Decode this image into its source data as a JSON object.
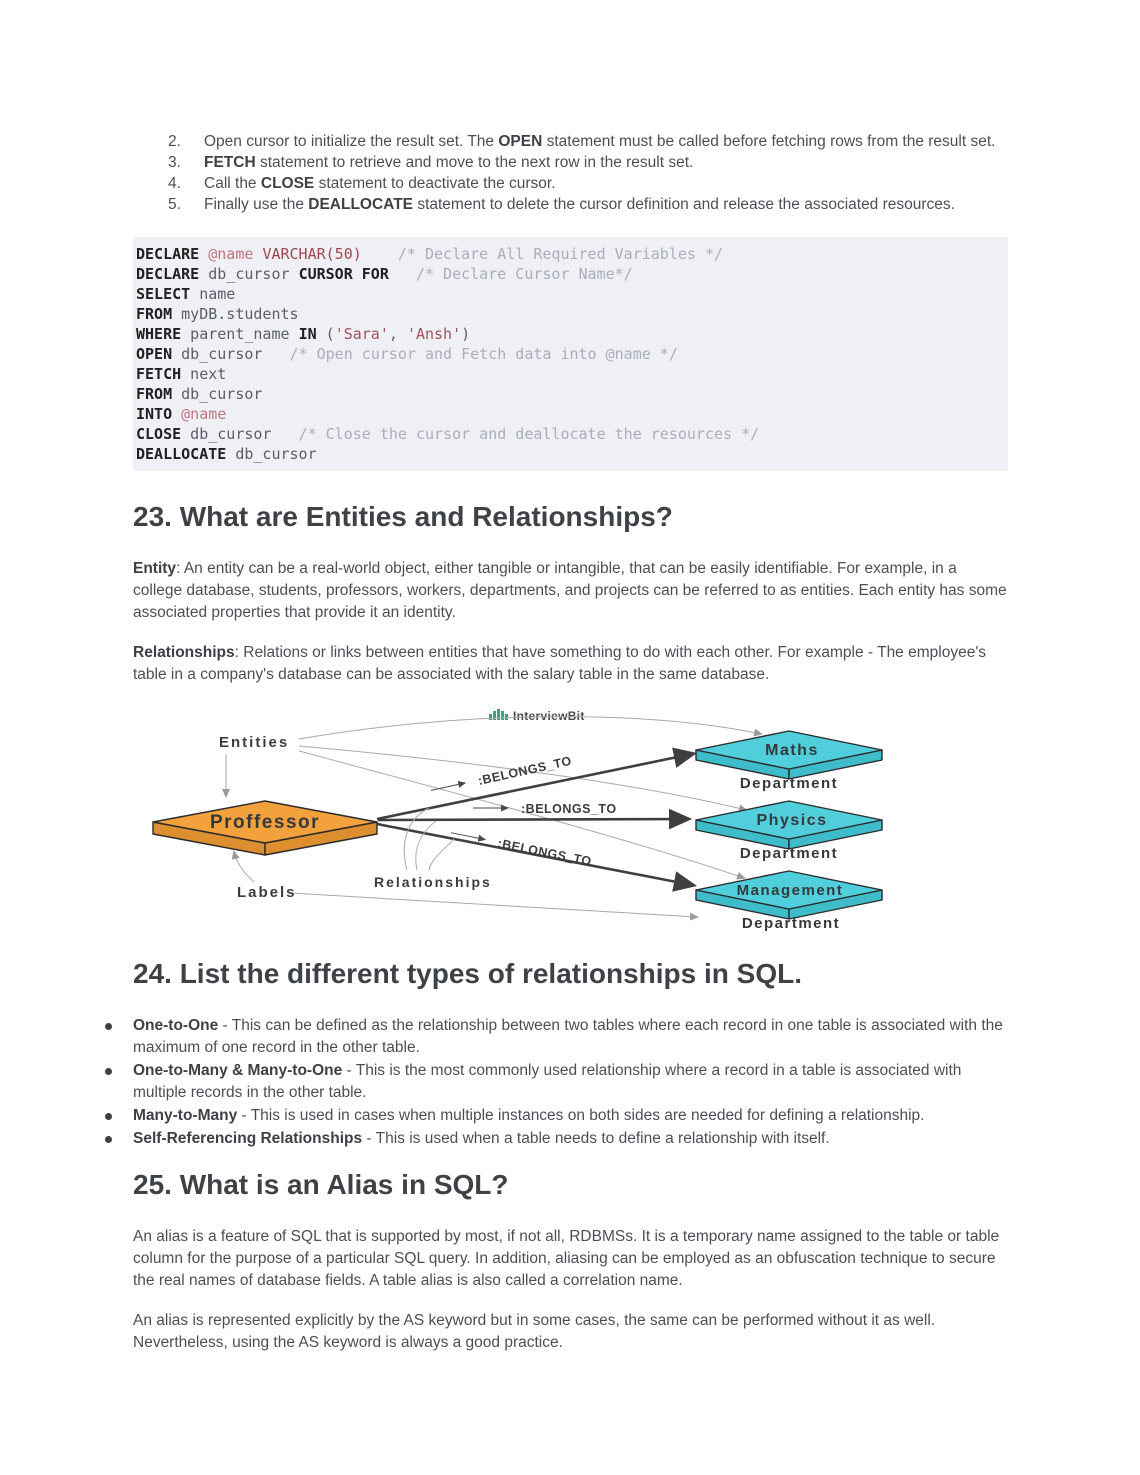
{
  "cursor_steps": [
    {
      "num": "2.",
      "pre": "Open cursor to initialize the result set. The ",
      "bold": "OPEN",
      "post": " statement must be called before fetching rows from the result set."
    },
    {
      "num": "3.",
      "pre": "",
      "bold": "FETCH",
      "post": " statement to retrieve and move to the next row in the result set."
    },
    {
      "num": "4.",
      "pre": "Call the ",
      "bold": "CLOSE",
      "post": " statement to deactivate the cursor."
    },
    {
      "num": "5.",
      "pre": "Finally use the ",
      "bold": "DEALLOCATE",
      "post": " statement to delete the cursor definition and release the associated resources."
    }
  ],
  "code": {
    "background": "#eef0f5",
    "lines": [
      [
        {
          "t": "DECLARE",
          "c": "kw"
        },
        {
          "t": " ",
          "c": "pl"
        },
        {
          "t": "@name",
          "c": "var"
        },
        {
          "t": " ",
          "c": "pl"
        },
        {
          "t": "VARCHAR(50)",
          "c": "type"
        },
        {
          "t": "    ",
          "c": "pl"
        },
        {
          "t": "/* Declare All Required Variables */",
          "c": "cmt"
        }
      ],
      [
        {
          "t": "DECLARE",
          "c": "kw"
        },
        {
          "t": " db_cursor ",
          "c": "id"
        },
        {
          "t": "CURSOR FOR",
          "c": "kw"
        },
        {
          "t": "   ",
          "c": "pl"
        },
        {
          "t": "/* Declare Cursor Name*/",
          "c": "cmt"
        }
      ],
      [
        {
          "t": "SELECT",
          "c": "kw"
        },
        {
          "t": " name",
          "c": "id"
        }
      ],
      [
        {
          "t": "FROM",
          "c": "kw"
        },
        {
          "t": " myDB.students",
          "c": "id"
        }
      ],
      [
        {
          "t": "WHERE",
          "c": "kw"
        },
        {
          "t": " parent_name ",
          "c": "id"
        },
        {
          "t": "IN",
          "c": "kw"
        },
        {
          "t": " (",
          "c": "id"
        },
        {
          "t": "'Sara'",
          "c": "str"
        },
        {
          "t": ", ",
          "c": "id"
        },
        {
          "t": "'Ansh'",
          "c": "str"
        },
        {
          "t": ")",
          "c": "id"
        }
      ],
      [
        {
          "t": "OPEN",
          "c": "kw"
        },
        {
          "t": " db_cursor   ",
          "c": "id"
        },
        {
          "t": "/* Open cursor and Fetch data into @name */",
          "c": "cmt"
        }
      ],
      [
        {
          "t": "FETCH",
          "c": "kw"
        },
        {
          "t": " next",
          "c": "id"
        }
      ],
      [
        {
          "t": "FROM",
          "c": "kw"
        },
        {
          "t": " db_cursor",
          "c": "id"
        }
      ],
      [
        {
          "t": "INTO",
          "c": "kw"
        },
        {
          "t": " ",
          "c": "pl"
        },
        {
          "t": "@name",
          "c": "var"
        }
      ],
      [
        {
          "t": "CLOSE",
          "c": "kw"
        },
        {
          "t": " db_cursor   ",
          "c": "id"
        },
        {
          "t": "/* Close the cursor and deallocate the resources */",
          "c": "cmt"
        }
      ],
      [
        {
          "t": "DEALLOCATE",
          "c": "kw"
        },
        {
          "t": " db_cursor",
          "c": "id"
        }
      ]
    ]
  },
  "q23": {
    "heading": "23. What are Entities and Relationships?",
    "entity_bold": "Entity",
    "entity_text": ": An entity can be a real-world object, either tangible or intangible, that can be easily identifiable. For example, in a college database, students, professors, workers, departments, and projects can be referred to as entities. Each entity has some associated properties that provide it an identity.",
    "rel_bold": "Relationships",
    "rel_text": ": Relations or links between entities that have something to do with each other. For example - The employee's table in a company's database can be associated with the salary table in the same database."
  },
  "diagram": {
    "logo_text": "InterviewBit",
    "entities_label": "Entities",
    "labels_label": "Labels",
    "relationships_label": "Relationships",
    "edge_label": ":BELONGS_TO",
    "professor": {
      "label": "Proffessor",
      "fill": "#F2A13C"
    },
    "departments": [
      {
        "label": "Maths",
        "sub": "Department",
        "fill": "#50CEDB"
      },
      {
        "label": "Physics",
        "sub": "Department",
        "fill": "#50CEDB"
      },
      {
        "label": "Management",
        "sub": "Department",
        "fill": "#50CEDB"
      }
    ]
  },
  "q24": {
    "heading": "24. List the different types of relationships in SQL.",
    "bullets": [
      {
        "bold": "One-to-One",
        "text": " - This can be defined as the relationship between two tables where each record in one table is associated with the maximum of one record in the other table."
      },
      {
        "bold": "One-to-Many & Many-to-One",
        "text": " - This is the most commonly used relationship where a record in a table is associated with multiple records in the other table."
      },
      {
        "bold": "Many-to-Many",
        "text": " - This is used in cases when multiple instances on both sides are needed for defining a relationship."
      },
      {
        "bold": "Self-Referencing Relationships",
        "text": " - This is used when a table needs to define a relationship with itself."
      }
    ]
  },
  "q25": {
    "heading": "25. What is an Alias in SQL?",
    "para1": "An alias is a feature of SQL that is supported by most, if not all, RDBMSs. It is a temporary name assigned to the table or table column for the purpose of a particular SQL query. In addition, aliasing can be employed as an obfuscation technique to secure the real names of database fields. A table alias is also called a correlation name.",
    "para2": "An alias is represented explicitly by the AS keyword but in some cases, the same can be performed without it as well. Nevertheless, using the AS keyword is always a good practice."
  }
}
